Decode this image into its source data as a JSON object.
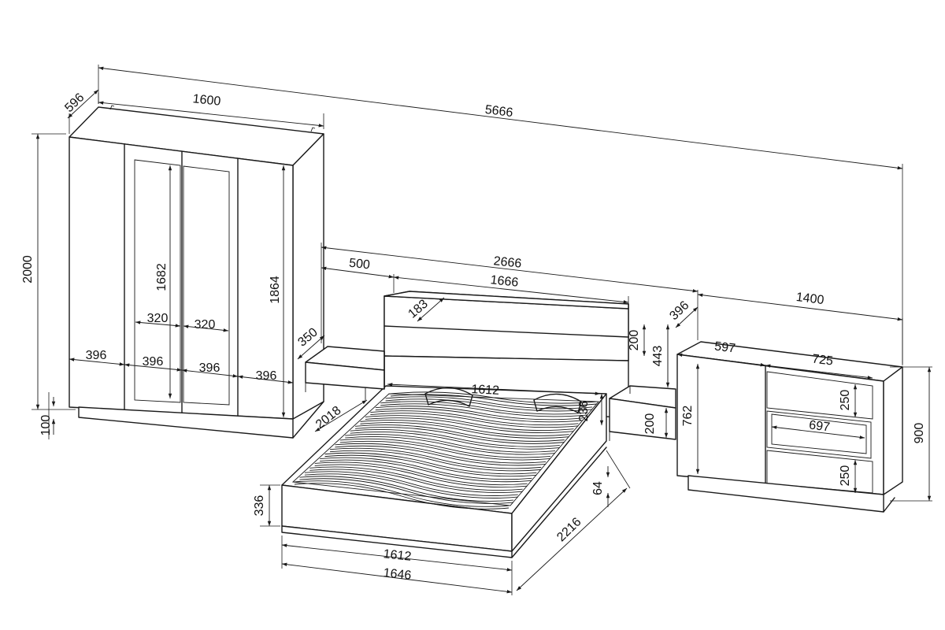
{
  "diagram": {
    "dimensions": [
      {
        "id": "overall-length",
        "value": "5666"
      },
      {
        "id": "wardrobe-depth",
        "value": "596"
      },
      {
        "id": "wardrobe-width",
        "value": "1600"
      },
      {
        "id": "wardrobe-height",
        "value": "2000"
      },
      {
        "id": "wardrobe-plinth-height",
        "value": "100"
      },
      {
        "id": "wardrobe-mirror-height",
        "value": "1682"
      },
      {
        "id": "wardrobe-side-height",
        "value": "1864"
      },
      {
        "id": "wardrobe-mirror-width-left",
        "value": "320"
      },
      {
        "id": "wardrobe-mirror-width-right",
        "value": "320"
      },
      {
        "id": "wardrobe-door-1",
        "value": "396"
      },
      {
        "id": "wardrobe-door-2",
        "value": "396"
      },
      {
        "id": "wardrobe-door-3",
        "value": "396"
      },
      {
        "id": "wardrobe-door-4",
        "value": "396"
      },
      {
        "id": "bed-nightstands-span",
        "value": "2666"
      },
      {
        "id": "nightstand-width",
        "value": "500"
      },
      {
        "id": "headboard-width",
        "value": "1666"
      },
      {
        "id": "headboard-depth",
        "value": "183"
      },
      {
        "id": "nightstand-depth",
        "value": "350"
      },
      {
        "id": "headboard-panel-height",
        "value": "200"
      },
      {
        "id": "headboard-total-height",
        "value": "443"
      },
      {
        "id": "headboard-rail-depth",
        "value": "236"
      },
      {
        "id": "bed-inner-width-top",
        "value": "1612"
      },
      {
        "id": "bed-length-inner",
        "value": "2018"
      },
      {
        "id": "nightstand-height",
        "value": "200"
      },
      {
        "id": "bed-frame-height",
        "value": "336"
      },
      {
        "id": "bed-leg-height",
        "value": "64"
      },
      {
        "id": "bed-length",
        "value": "2216"
      },
      {
        "id": "bed-inner-width-bottom",
        "value": "1612"
      },
      {
        "id": "bed-width",
        "value": "1646"
      },
      {
        "id": "dresser-depth",
        "value": "396"
      },
      {
        "id": "dresser-width",
        "value": "1400"
      },
      {
        "id": "dresser-door-width",
        "value": "597"
      },
      {
        "id": "dresser-drawer-width",
        "value": "725"
      },
      {
        "id": "dresser-body-height",
        "value": "762"
      },
      {
        "id": "dresser-drawer-top-height",
        "value": "250"
      },
      {
        "id": "dresser-shelf-width",
        "value": "697"
      },
      {
        "id": "dresser-drawer-bottom-height",
        "value": "250"
      },
      {
        "id": "dresser-height",
        "value": "900"
      }
    ]
  }
}
